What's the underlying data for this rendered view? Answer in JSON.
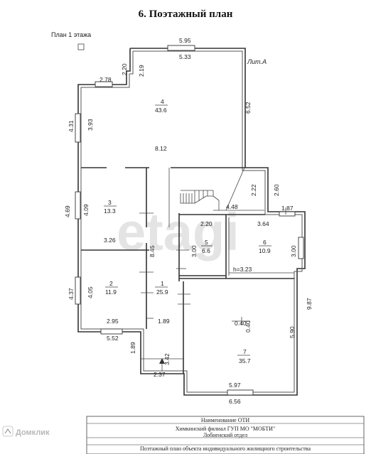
{
  "title": "6. Поэтажный план",
  "plan_label": "План 1 этажа",
  "lit_label": "Лит.А",
  "watermark": "etagi",
  "brand": "Домклик",
  "rooms": [
    {
      "num": "4",
      "area": "43.6"
    },
    {
      "num": "3",
      "area": "13.3"
    },
    {
      "num": "2",
      "area": "11.9"
    },
    {
      "num": "1",
      "area": "25.9"
    },
    {
      "num": "5",
      "area": "6.6"
    },
    {
      "num": "6",
      "area": "10.9"
    },
    {
      "num": "7",
      "area": "35.7"
    }
  ],
  "dims": {
    "d595": "5.95",
    "d533": "5.33",
    "d220a": "2.20",
    "d219": "2.19",
    "d278": "2.78",
    "d652": "6.52",
    "d431": "4.31",
    "d393": "3.93",
    "d812": "8.12",
    "d222": "2.22",
    "d260": "2.60",
    "d448": "4.48",
    "d187": "1.87",
    "d469": "4.69",
    "d409": "4.09",
    "d326": "3.26",
    "d845": "8.45",
    "d220b": "2.20",
    "d364": "3.64",
    "d300a": "3.00",
    "d300b": "3.00",
    "h323": "h=3.23",
    "d437": "4.37",
    "d405": "4.05",
    "d295": "2.95",
    "d987": "9.87",
    "d552": "5.52",
    "d189a": "1.89",
    "d040a": "0.40",
    "d040b": "0.40",
    "d590": "5.90",
    "d189b": "1.89",
    "d342": "3.42",
    "d237": "2.37",
    "d597": "5.97",
    "d656": "6.56"
  },
  "stamp": {
    "row1": "Наименование ОТИ",
    "row2": "Химкинский филиал ГУП МО \"МОБТИ\"",
    "row3": "Лобненский отдел",
    "row4": "Поэтажный план объекта индивидуального жилищного строительства"
  }
}
